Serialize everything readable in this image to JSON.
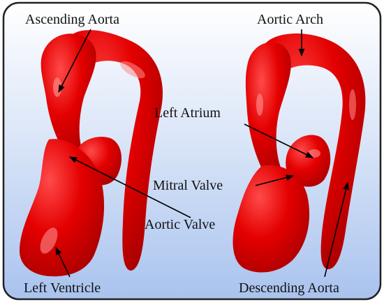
{
  "labels": {
    "ascending_aorta": "Ascending Aorta",
    "aortic_arch": "Aortic Arch",
    "left_atrium": "Left Atrium",
    "mitral_valve": "Mitral Valve",
    "aortic_valve": "Aortic Valve",
    "left_ventricle": "Left Ventricle",
    "descending_aorta": "Descending Aorta"
  },
  "colors": {
    "anatomy": "#e00000",
    "background_top": "#ffffff",
    "background_bottom": "#a9c3ee",
    "frame": "#222222",
    "callout_arrow": "#000000"
  },
  "icons": [
    "heart-model-left",
    "heart-model-right",
    "callout-arrow"
  ]
}
